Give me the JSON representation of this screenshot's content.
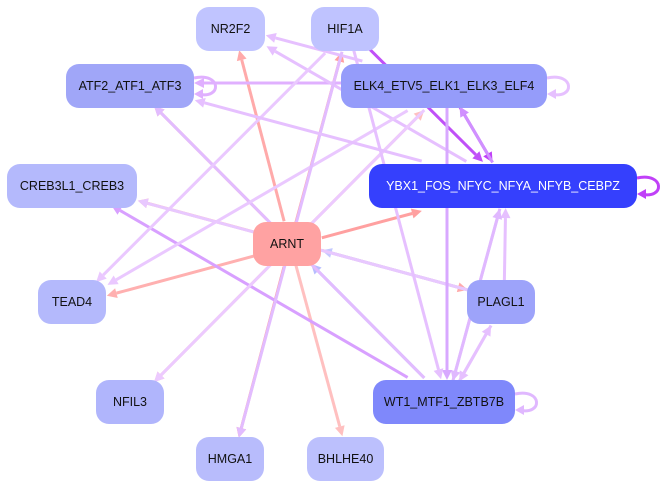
{
  "nodes": [
    {
      "id": "NR2F2",
      "label": "NR2F2",
      "color": "#c0c4ff",
      "text": "#111111"
    },
    {
      "id": "HIF1A",
      "label": "HIF1A",
      "color": "#bfc3ff",
      "text": "#111111"
    },
    {
      "id": "ATF2",
      "label": "ATF2_ATF1_ATF3",
      "color": "#a0a6f8",
      "text": "#111111"
    },
    {
      "id": "ELK4",
      "label": "ELK4_ETV5_ELK1_ELK3_ELF4",
      "color": "#959cfa",
      "text": "#111111"
    },
    {
      "id": "CREB3L1",
      "label": "CREB3L1_CREB3",
      "color": "#b4b9fc",
      "text": "#111111"
    },
    {
      "id": "YBX1",
      "label": "YBX1_FOS_NFYC_NFYA_NFYB_CEBPZ",
      "color": "#3540fd",
      "text": "#ffffff"
    },
    {
      "id": "ARNT",
      "label": "ARNT",
      "color": "#ffa2a2",
      "text": "#111111"
    },
    {
      "id": "TEAD4",
      "label": "TEAD4",
      "color": "#b4b9fc",
      "text": "#111111"
    },
    {
      "id": "PLAGL1",
      "label": "PLAGL1",
      "color": "#9da3fa",
      "text": "#111111"
    },
    {
      "id": "NFIL3",
      "label": "NFIL3",
      "color": "#b0b5fc",
      "text": "#111111"
    },
    {
      "id": "WT1",
      "label": "WT1_MTF1_ZBTB7B",
      "color": "#7f88fb",
      "text": "#111111"
    },
    {
      "id": "HMGA1",
      "label": "HMGA1",
      "color": "#b8bcfc",
      "text": "#111111"
    },
    {
      "id": "BHLHE40",
      "label": "BHLHE40",
      "color": "#bcc0fd",
      "text": "#111111"
    }
  ],
  "edges": [
    {
      "s": "ARNT",
      "t": "NR2F2",
      "color": "#ffaaaa"
    },
    {
      "s": "ARNT",
      "t": "HIF1A",
      "color": "#ffa0a0"
    },
    {
      "s": "ARNT",
      "t": "ATF2",
      "color": "#ffb0b0"
    },
    {
      "s": "ARNT",
      "t": "ELK4",
      "color": "#ffc0c0"
    },
    {
      "s": "ARNT",
      "t": "CREB3L1",
      "color": "#ffb8b8"
    },
    {
      "s": "ARNT",
      "t": "YBX1",
      "color": "#ffa0a0"
    },
    {
      "s": "ARNT",
      "t": "TEAD4",
      "color": "#ffb0b0"
    },
    {
      "s": "ARNT",
      "t": "PLAGL1",
      "color": "#ffaaaa"
    },
    {
      "s": "ARNT",
      "t": "NFIL3",
      "color": "#ffc0c0"
    },
    {
      "s": "ARNT",
      "t": "HMGA1",
      "color": "#ff9898"
    },
    {
      "s": "ARNT",
      "t": "BHLHE40",
      "color": "#ffc0c0"
    },
    {
      "s": "PLAGL1",
      "t": "ARNT",
      "color": "#c4c8ff"
    },
    {
      "s": "WT1",
      "t": "ARNT",
      "color": "#b8bdff"
    },
    {
      "s": "ELK4",
      "t": "ATF2",
      "color": "#e0b0ff"
    },
    {
      "s": "ELK4",
      "t": "YBX1",
      "color": "#c040f8"
    },
    {
      "s": "YBX1",
      "t": "ELK4",
      "color": "#d090ff"
    },
    {
      "s": "HIF1A",
      "t": "YBX1",
      "color": "#c050f8"
    },
    {
      "s": "ELK4",
      "t": "NR2F2",
      "color": "#e6c0ff"
    },
    {
      "s": "YBX1",
      "t": "NR2F2",
      "color": "#e6c0ff"
    },
    {
      "s": "WT1",
      "t": "ATF2",
      "color": "#e2bcff"
    },
    {
      "s": "WT1",
      "t": "CREB3L1",
      "color": "#d8a0ff"
    },
    {
      "s": "PLAGL1",
      "t": "CREB3L1",
      "color": "#e8c8ff"
    },
    {
      "s": "HIF1A",
      "t": "TEAD4",
      "color": "#eac8ff"
    },
    {
      "s": "ELK4",
      "t": "TEAD4",
      "color": "#eac8ff"
    },
    {
      "s": "ELK4",
      "t": "NFIL3",
      "color": "#eccaff"
    },
    {
      "s": "HIF1A",
      "t": "HMGA1",
      "color": "#e2bcff"
    },
    {
      "s": "YBX1",
      "t": "ATF2",
      "color": "#e6c0ff"
    },
    {
      "s": "PLAGL1",
      "t": "YBX1",
      "color": "#e6c0ff"
    },
    {
      "s": "WT1",
      "t": "YBX1",
      "color": "#e0b8ff"
    },
    {
      "s": "YBX1",
      "t": "WT1",
      "color": "#e0b8ff"
    },
    {
      "s": "WT1",
      "t": "PLAGL1",
      "color": "#e6c0ff"
    },
    {
      "s": "PLAGL1",
      "t": "WT1",
      "color": "#e6c0ff"
    },
    {
      "s": "ELK4",
      "t": "WT1",
      "color": "#d8a8ff"
    },
    {
      "s": "HIF1A",
      "t": "WT1",
      "color": "#e6c0ff"
    },
    {
      "s": "ATF2",
      "t": "ATF2",
      "color": "#e0b0ff"
    },
    {
      "s": "ELK4",
      "t": "ELK4",
      "color": "#e6c0ff"
    },
    {
      "s": "YBX1",
      "t": "YBX1",
      "color": "#c040f8"
    },
    {
      "s": "WT1",
      "t": "WT1",
      "color": "#e0b8ff"
    }
  ]
}
